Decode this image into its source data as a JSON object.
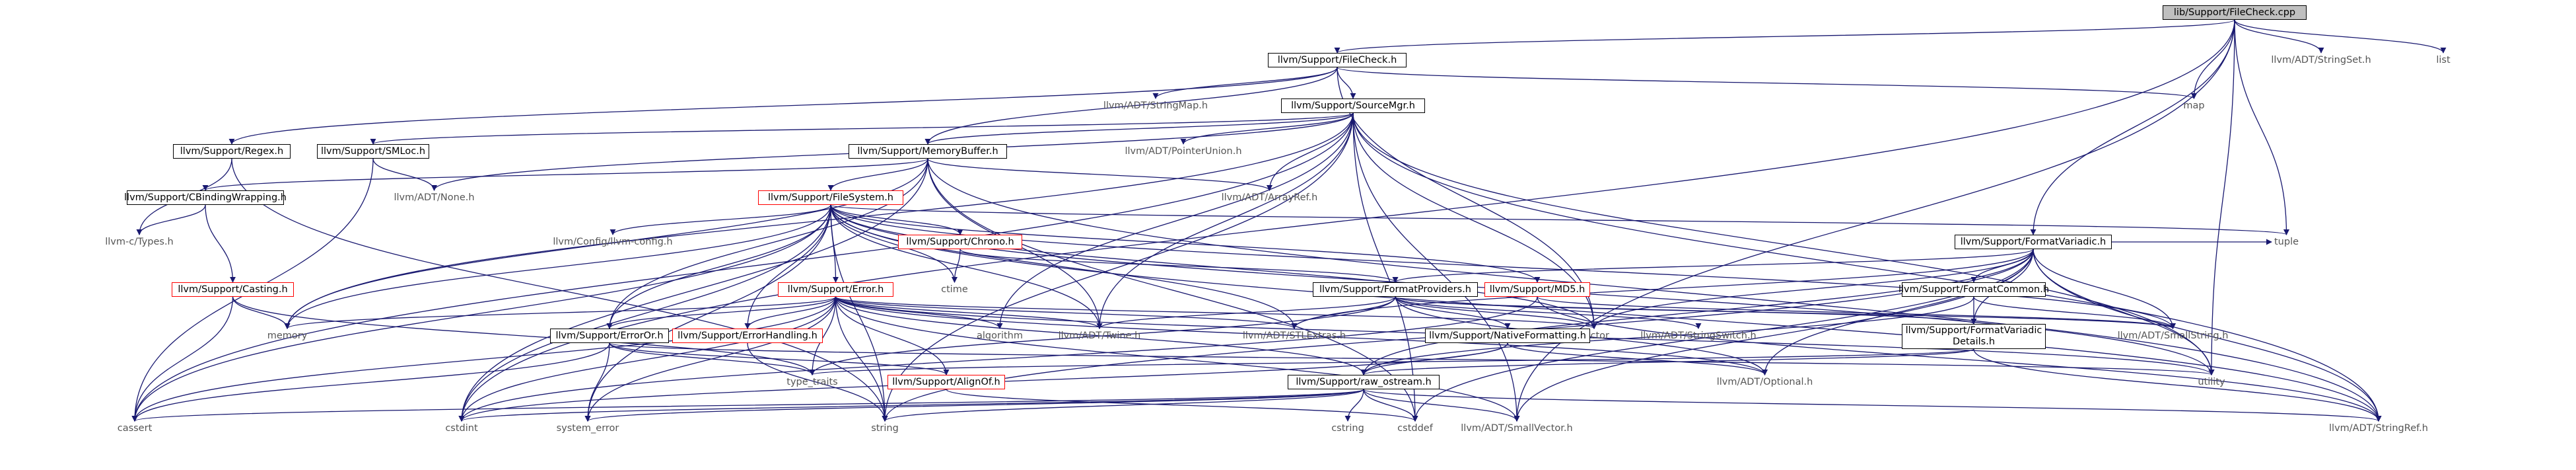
{
  "graph": {
    "edge_color": "#191970",
    "root_fill": "#bfbfbf",
    "nodes": [
      {
        "id": "root",
        "label": "lib/Support/FileCheck.cpp",
        "style": "root"
      },
      {
        "id": "filecheck_h",
        "label": "llvm/Support/FileCheck.h",
        "style": "black"
      },
      {
        "id": "stringset",
        "label": "llvm/ADT/StringSet.h",
        "style": "grey"
      },
      {
        "id": "list",
        "label": "list",
        "style": "grey"
      },
      {
        "id": "stringmap",
        "label": "llvm/ADT/StringMap.h",
        "style": "grey"
      },
      {
        "id": "sourcemgr",
        "label": "llvm/Support/SourceMgr.h",
        "style": "black"
      },
      {
        "id": "map",
        "label": "map",
        "style": "grey"
      },
      {
        "id": "regex",
        "label": "llvm/Support/Regex.h",
        "style": "black"
      },
      {
        "id": "smloc",
        "label": "llvm/Support/SMLoc.h",
        "style": "black"
      },
      {
        "id": "memorybuffer",
        "label": "llvm/Support/MemoryBuffer.h",
        "style": "black"
      },
      {
        "id": "pointerunion",
        "label": "llvm/ADT/PointerUnion.h",
        "style": "grey"
      },
      {
        "id": "none",
        "label": "llvm/ADT/None.h",
        "style": "grey"
      },
      {
        "id": "cbinding",
        "label": "llvm/Support/CBindingWrapping.h",
        "style": "black"
      },
      {
        "id": "filesystem",
        "label": "llvm/Support/FileSystem.h",
        "style": "red"
      },
      {
        "id": "arrayref",
        "label": "llvm/ADT/ArrayRef.h",
        "style": "grey"
      },
      {
        "id": "ctypes",
        "label": "llvm-c/Types.h",
        "style": "grey"
      },
      {
        "id": "configllvm",
        "label": "llvm/Config/llvm-config.h",
        "style": "grey"
      },
      {
        "id": "chrono",
        "label": "llvm/Support/Chrono.h",
        "style": "red"
      },
      {
        "id": "formatvariadic",
        "label": "llvm/Support/FormatVariadic.h",
        "style": "black"
      },
      {
        "id": "tuple",
        "label": "tuple",
        "style": "grey"
      },
      {
        "id": "casting",
        "label": "llvm/Support/Casting.h",
        "style": "red"
      },
      {
        "id": "ctime",
        "label": "ctime",
        "style": "grey"
      },
      {
        "id": "error",
        "label": "llvm/Support/Error.h",
        "style": "red"
      },
      {
        "id": "formatproviders",
        "label": "llvm/Support/FormatProviders.h",
        "style": "black"
      },
      {
        "id": "md5",
        "label": "llvm/Support/MD5.h",
        "style": "red"
      },
      {
        "id": "formatcommon",
        "label": "llvm/Support/FormatCommon.h",
        "style": "black"
      },
      {
        "id": "memory",
        "label": "memory",
        "style": "grey"
      },
      {
        "id": "algorithm",
        "label": "algorithm",
        "style": "grey"
      },
      {
        "id": "twine",
        "label": "llvm/ADT/Twine.h",
        "style": "grey"
      },
      {
        "id": "stlextras",
        "label": "llvm/ADT/STLExtras.h",
        "style": "grey"
      },
      {
        "id": "vector",
        "label": "vector",
        "style": "grey"
      },
      {
        "id": "smallstring",
        "label": "llvm/ADT/SmallString.h",
        "style": "grey"
      },
      {
        "id": "erroror",
        "label": "llvm/Support/ErrorOr.h",
        "style": "black"
      },
      {
        "id": "errorhandling",
        "label": "llvm/Support/ErrorHandling.h",
        "style": "red"
      },
      {
        "id": "nativeformatting",
        "label": "llvm/Support/NativeFormatting.h",
        "style": "black"
      },
      {
        "id": "stringswitch",
        "label": "llvm/ADT/StringSwitch.h",
        "style": "grey"
      },
      {
        "id": "formatvariadicdetails",
        "label": "llvm/Support/FormatVariadic\nDetails.h",
        "style": "black"
      },
      {
        "id": "typetraits",
        "label": "type_traits",
        "style": "grey"
      },
      {
        "id": "alignof",
        "label": "llvm/Support/AlignOf.h",
        "style": "red"
      },
      {
        "id": "rawostream",
        "label": "llvm/Support/raw_ostream.h",
        "style": "black"
      },
      {
        "id": "utility",
        "label": "utility",
        "style": "grey"
      },
      {
        "id": "optional",
        "label": "llvm/ADT/Optional.h",
        "style": "grey"
      },
      {
        "id": "cassert",
        "label": "cassert",
        "style": "grey"
      },
      {
        "id": "cstdint",
        "label": "cstdint",
        "style": "grey"
      },
      {
        "id": "systemerror",
        "label": "system_error",
        "style": "grey"
      },
      {
        "id": "string",
        "label": "string",
        "style": "grey"
      },
      {
        "id": "cstring",
        "label": "cstring",
        "style": "grey"
      },
      {
        "id": "cstddef",
        "label": "cstddef",
        "style": "grey"
      },
      {
        "id": "smallvector",
        "label": "llvm/ADT/SmallVector.h",
        "style": "grey"
      },
      {
        "id": "stringref",
        "label": "llvm/ADT/StringRef.h",
        "style": "grey"
      }
    ],
    "edges": [
      [
        "root",
        "filecheck_h"
      ],
      [
        "root",
        "stringset"
      ],
      [
        "root",
        "list"
      ],
      [
        "root",
        "map"
      ],
      [
        "root",
        "tuple"
      ],
      [
        "root",
        "formatvariadic"
      ],
      [
        "root",
        "smallvector"
      ],
      [
        "root",
        "cstdint"
      ],
      [
        "root",
        "utility"
      ],
      [
        "filecheck_h",
        "stringmap"
      ],
      [
        "filecheck_h",
        "sourcemgr"
      ],
      [
        "filecheck_h",
        "map"
      ],
      [
        "filecheck_h",
        "regex"
      ],
      [
        "filecheck_h",
        "memorybuffer"
      ],
      [
        "filecheck_h",
        "vector"
      ],
      [
        "sourcemgr",
        "pointerunion"
      ],
      [
        "sourcemgr",
        "smloc"
      ],
      [
        "sourcemgr",
        "memorybuffer"
      ],
      [
        "sourcemgr",
        "none"
      ],
      [
        "sourcemgr",
        "arrayref"
      ],
      [
        "sourcemgr",
        "twine"
      ],
      [
        "sourcemgr",
        "vector"
      ],
      [
        "sourcemgr",
        "string"
      ],
      [
        "sourcemgr",
        "cassert"
      ],
      [
        "sourcemgr",
        "smallvector"
      ],
      [
        "sourcemgr",
        "stringref"
      ],
      [
        "sourcemgr",
        "utility"
      ],
      [
        "sourcemgr",
        "algorithm"
      ],
      [
        "sourcemgr",
        "memory"
      ],
      [
        "sourcemgr",
        "cstddef"
      ],
      [
        "regex",
        "string"
      ],
      [
        "regex",
        "ctypes"
      ],
      [
        "smloc",
        "none"
      ],
      [
        "smloc",
        "cassert"
      ],
      [
        "memorybuffer",
        "cbinding"
      ],
      [
        "memorybuffer",
        "filesystem"
      ],
      [
        "memorybuffer",
        "arrayref"
      ],
      [
        "memorybuffer",
        "twine"
      ],
      [
        "memorybuffer",
        "erroror"
      ],
      [
        "memorybuffer",
        "memory"
      ],
      [
        "memorybuffer",
        "cstddef"
      ],
      [
        "memorybuffer",
        "cstdint"
      ],
      [
        "memorybuffer",
        "stringref"
      ],
      [
        "cbinding",
        "ctypes"
      ],
      [
        "cbinding",
        "casting"
      ],
      [
        "casting",
        "cassert"
      ],
      [
        "casting",
        "memory"
      ],
      [
        "casting",
        "typetraits"
      ],
      [
        "filesystem",
        "configllvm"
      ],
      [
        "filesystem",
        "chrono"
      ],
      [
        "filesystem",
        "error"
      ],
      [
        "filesystem",
        "errorhandling"
      ],
      [
        "filesystem",
        "erroror"
      ],
      [
        "filesystem",
        "md5"
      ],
      [
        "filesystem",
        "ctime"
      ],
      [
        "filesystem",
        "twine"
      ],
      [
        "filesystem",
        "stlextras"
      ],
      [
        "filesystem",
        "vector"
      ],
      [
        "filesystem",
        "smallstring"
      ],
      [
        "filesystem",
        "stringref"
      ],
      [
        "filesystem",
        "string"
      ],
      [
        "filesystem",
        "systemerror"
      ],
      [
        "filesystem",
        "memory"
      ],
      [
        "filesystem",
        "cstdint"
      ],
      [
        "filesystem",
        "cassert"
      ],
      [
        "filesystem",
        "tuple"
      ],
      [
        "filesystem",
        "stack"
      ],
      [
        "filesystem",
        "utility"
      ],
      [
        "chrono",
        "ctime"
      ],
      [
        "chrono",
        "formatproviders"
      ],
      [
        "error",
        "memory"
      ],
      [
        "error",
        "algorithm"
      ],
      [
        "error",
        "twine"
      ],
      [
        "error",
        "stlextras"
      ],
      [
        "error",
        "erroror"
      ],
      [
        "error",
        "errorhandling"
      ],
      [
        "error",
        "alignof"
      ],
      [
        "error",
        "rawostream"
      ],
      [
        "error",
        "smallvector"
      ],
      [
        "error",
        "optional"
      ],
      [
        "error",
        "typetraits"
      ],
      [
        "error",
        "utility"
      ],
      [
        "error",
        "vector"
      ],
      [
        "error",
        "string"
      ],
      [
        "error",
        "systemerror"
      ],
      [
        "error",
        "cstdint"
      ],
      [
        "error",
        "cassert"
      ],
      [
        "errorhandling",
        "string"
      ],
      [
        "erroror",
        "alignof"
      ],
      [
        "erroror",
        "systemerror"
      ],
      [
        "erroror",
        "typetraits"
      ],
      [
        "erroror",
        "utility"
      ],
      [
        "erroror",
        "cassert"
      ],
      [
        "alignof",
        "cstddef"
      ],
      [
        "formatvariadic",
        "formatproviders"
      ],
      [
        "formatvariadic",
        "formatcommon"
      ],
      [
        "formatvariadic",
        "formatvariadicdetails"
      ],
      [
        "formatvariadic",
        "rawostream"
      ],
      [
        "formatvariadic",
        "stlextras"
      ],
      [
        "formatvariadic",
        "smallstring"
      ],
      [
        "formatvariadic",
        "smallvector"
      ],
      [
        "formatvariadic",
        "stringref"
      ],
      [
        "formatvariadic",
        "optional"
      ],
      [
        "formatvariadic",
        "tuple"
      ],
      [
        "formatvariadic",
        "utility"
      ],
      [
        "formatvariadic",
        "vector"
      ],
      [
        "formatvariadic",
        "string"
      ],
      [
        "formatvariadic",
        "cstddef"
      ],
      [
        "formatproviders",
        "nativeformatting"
      ],
      [
        "formatproviders",
        "formatvariadicdetails"
      ],
      [
        "formatproviders",
        "stringswitch"
      ],
      [
        "formatproviders",
        "stlextras"
      ],
      [
        "formatproviders",
        "smallstring"
      ],
      [
        "formatproviders",
        "optional"
      ],
      [
        "formatproviders",
        "twine"
      ],
      [
        "formatproviders",
        "typetraits"
      ],
      [
        "formatproviders",
        "vector"
      ],
      [
        "md5",
        "smallstring"
      ],
      [
        "md5",
        "stringref"
      ],
      [
        "md5",
        "endian"
      ],
      [
        "md5",
        "cstdint"
      ],
      [
        "formatcommon",
        "formatvariadicdetails"
      ],
      [
        "formatcommon",
        "rawostream"
      ],
      [
        "formatcommon",
        "smallstring"
      ],
      [
        "formatvariadicdetails",
        "rawostream"
      ],
      [
        "formatvariadicdetails",
        "stringref"
      ],
      [
        "formatvariadicdetails",
        "typetraits"
      ],
      [
        "nativeformatting",
        "rawostream"
      ],
      [
        "nativeformatting",
        "optional"
      ],
      [
        "nativeformatting",
        "cstdint"
      ],
      [
        "rawostream",
        "smallvector"
      ],
      [
        "rawostream",
        "stringref"
      ],
      [
        "rawostream",
        "cassert"
      ],
      [
        "rawostream",
        "cstddef"
      ],
      [
        "rawostream",
        "cstdint"
      ],
      [
        "rawostream",
        "cstring"
      ],
      [
        "rawostream",
        "string"
      ],
      [
        "rawostream",
        "systemerror"
      ]
    ]
  }
}
